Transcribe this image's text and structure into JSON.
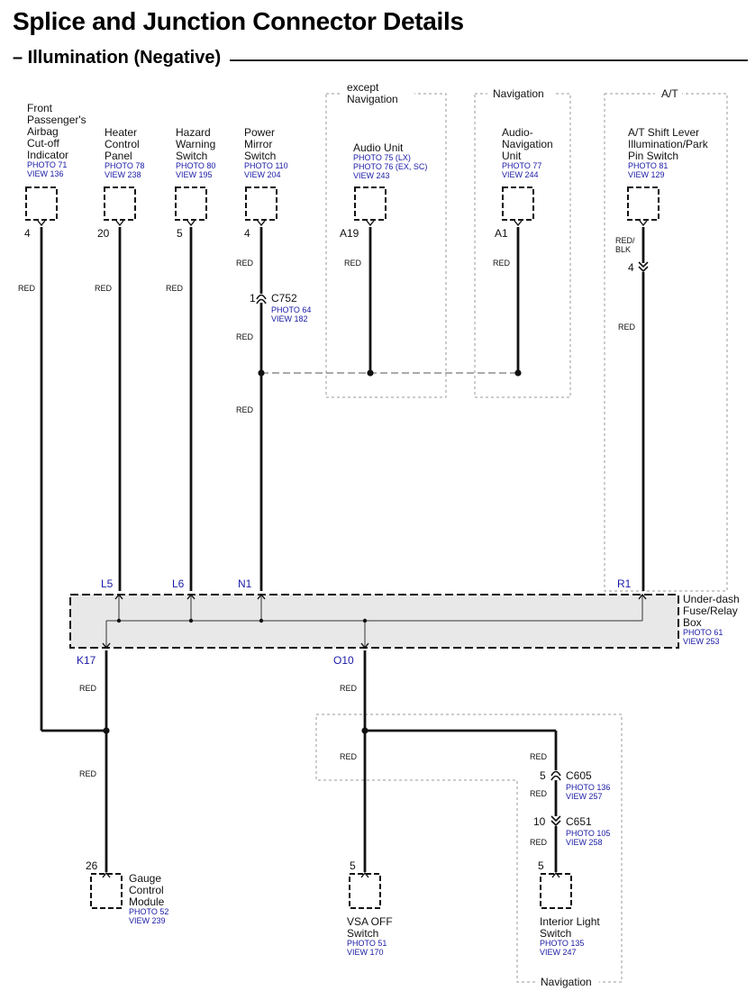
{
  "page": {
    "title": "Splice and Junction Connector Details",
    "subtitle": "– Illumination (Negative)"
  },
  "groups": {
    "except_nav": [
      "except",
      "Navigation"
    ],
    "nav_top": "Navigation",
    "at": "A/T",
    "nav_bottom": "Navigation"
  },
  "components": {
    "front_passenger_airbag": {
      "name": [
        "Front",
        "Passenger's",
        "Airbag",
        "Cut-off",
        "Indicator"
      ],
      "refs": [
        "PHOTO 71",
        "VIEW 136"
      ],
      "pin": "4"
    },
    "heater_control_panel": {
      "name": [
        "Heater",
        "Control",
        "Panel"
      ],
      "refs": [
        "PHOTO 78",
        "VIEW 238"
      ],
      "pin": "20"
    },
    "hazard_warning_switch": {
      "name": [
        "Hazard",
        "Warning",
        "Switch"
      ],
      "refs": [
        "PHOTO 80",
        "VIEW 195"
      ],
      "pin": "5"
    },
    "power_mirror_switch": {
      "name": [
        "Power",
        "Mirror",
        "Switch"
      ],
      "refs": [
        "PHOTO 110",
        "VIEW 204"
      ],
      "pin": "4"
    },
    "audio_unit": {
      "name": [
        "Audio Unit"
      ],
      "refs": [
        "PHOTO 75 (LX)",
        "PHOTO 76 (EX, SC)",
        "VIEW 243"
      ],
      "pin": "A19"
    },
    "audio_navigation_unit": {
      "name": [
        "Audio-",
        "Navigation",
        "Unit"
      ],
      "refs": [
        "PHOTO 77",
        "VIEW 244"
      ],
      "pin": "A1"
    },
    "at_shift_lever": {
      "name": [
        "A/T Shift Lever",
        "Illumination/Park",
        "Pin Switch"
      ],
      "refs": [
        "PHOTO 81",
        "VIEW 129"
      ]
    },
    "under_dash_box": {
      "name": [
        "Under-dash",
        "Fuse/Relay",
        "Box"
      ],
      "refs": [
        "PHOTO 61",
        "VIEW 253"
      ]
    },
    "gauge_control_module": {
      "name": [
        "Gauge",
        "Control",
        "Module"
      ],
      "refs": [
        "PHOTO 52",
        "VIEW 239"
      ],
      "pin": "26"
    },
    "vsa_off_switch": {
      "name": [
        "VSA OFF",
        "Switch"
      ],
      "refs": [
        "PHOTO 51",
        "VIEW 170"
      ],
      "pin": "5"
    },
    "interior_light_switch": {
      "name": [
        "Interior Light",
        "Switch"
      ],
      "refs": [
        "PHOTO 135",
        "VIEW 247"
      ],
      "pin": "5"
    }
  },
  "connectors": {
    "c752": {
      "pin": "1",
      "name": "C752",
      "refs": [
        "PHOTO 64",
        "VIEW 182"
      ]
    },
    "c605": {
      "pin": "5",
      "name": "C605",
      "refs": [
        "PHOTO 136",
        "VIEW 257"
      ]
    },
    "c651": {
      "pin": "10",
      "name": "C651",
      "refs": [
        "PHOTO 105",
        "VIEW 258"
      ]
    },
    "at_inline": {
      "pin": "4"
    }
  },
  "box_terminals": {
    "L5": "L5",
    "L6": "L6",
    "N1": "N1",
    "R1": "R1",
    "K17": "K17",
    "O10": "O10"
  },
  "wires": {
    "red": "RED",
    "red_blk": [
      "RED/",
      "BLK"
    ]
  },
  "colors": {
    "ink": "#111111",
    "ref_blue": "#1a1aa6",
    "box_fill": "#e8e8e8",
    "dash": "#9a9a9a"
  }
}
